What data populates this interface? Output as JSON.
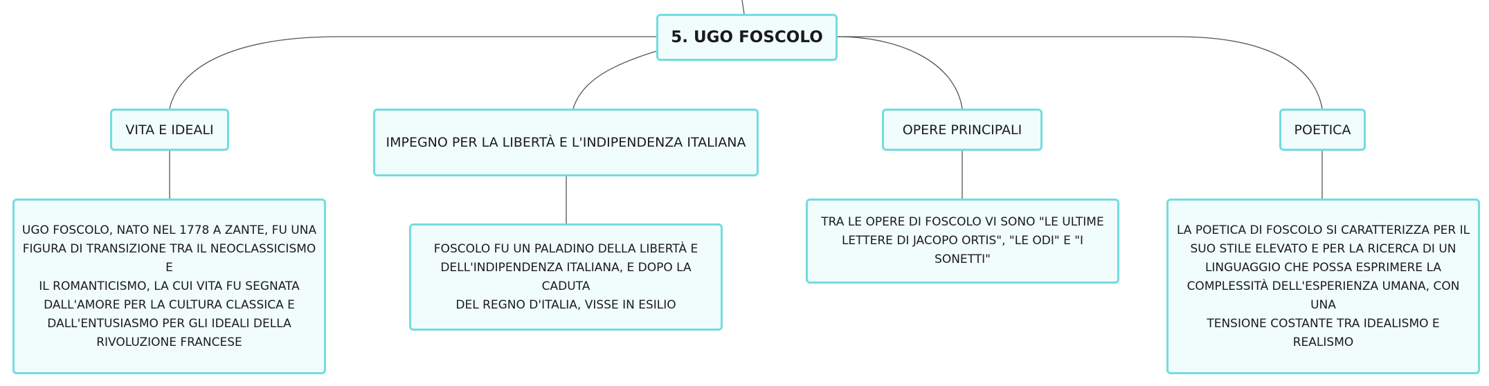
{
  "root": {
    "label": "5. UGO FOSCOLO"
  },
  "topics": [
    {
      "label": "VITA E IDEALI"
    },
    {
      "label": "IMPEGNO PER LA LIBERTÀ E L'INDIPENDENZA ITALIANA"
    },
    {
      "label": "OPERE PRINCIPALI"
    },
    {
      "label": "POETICA"
    }
  ],
  "details": [
    {
      "lines": [
        "UGO FOSCOLO, NATO NEL 1778 A ZANTE, FU UNA",
        "FIGURA DI TRANSIZIONE TRA IL NEOCLASSICISMO E",
        "IL ROMANTICISMO, LA CUI VITA FU SEGNATA",
        "DALL'AMORE PER LA CULTURA CLASSICA E",
        "DALL'ENTUSIASMO PER GLI IDEALI DELLA",
        "RIVOLUZIONE FRANCESE"
      ]
    },
    {
      "lines": [
        "FOSCOLO FU UN PALADINO DELLA LIBERTÀ E",
        "DELL'INDIPENDENZA ITALIANA, E DOPO LA CADUTA",
        "DEL REGNO D'ITALIA, VISSE IN ESILIO"
      ]
    },
    {
      "lines": [
        "TRA LE OPERE DI FOSCOLO VI SONO \"LE ULTIME",
        "LETTERE DI JACOPO ORTIS\", \"LE ODI\" E \"I SONETTI\""
      ]
    },
    {
      "lines": [
        "LA POETICA DI FOSCOLO SI CARATTERIZZA PER IL",
        "SUO STILE ELEVATO E PER LA RICERCA DI UN",
        "LINGUAGGIO CHE POSSA ESPRIMERE LA",
        "COMPLESSITÀ DELL'ESPERIENZA UMANA, CON UNA",
        "TENSIONE COSTANTE TRA IDEALISMO E REALISMO"
      ]
    }
  ],
  "colors": {
    "node_border": "#72dcdf",
    "node_fill": "#f1fcfc",
    "connector": "#555555"
  }
}
